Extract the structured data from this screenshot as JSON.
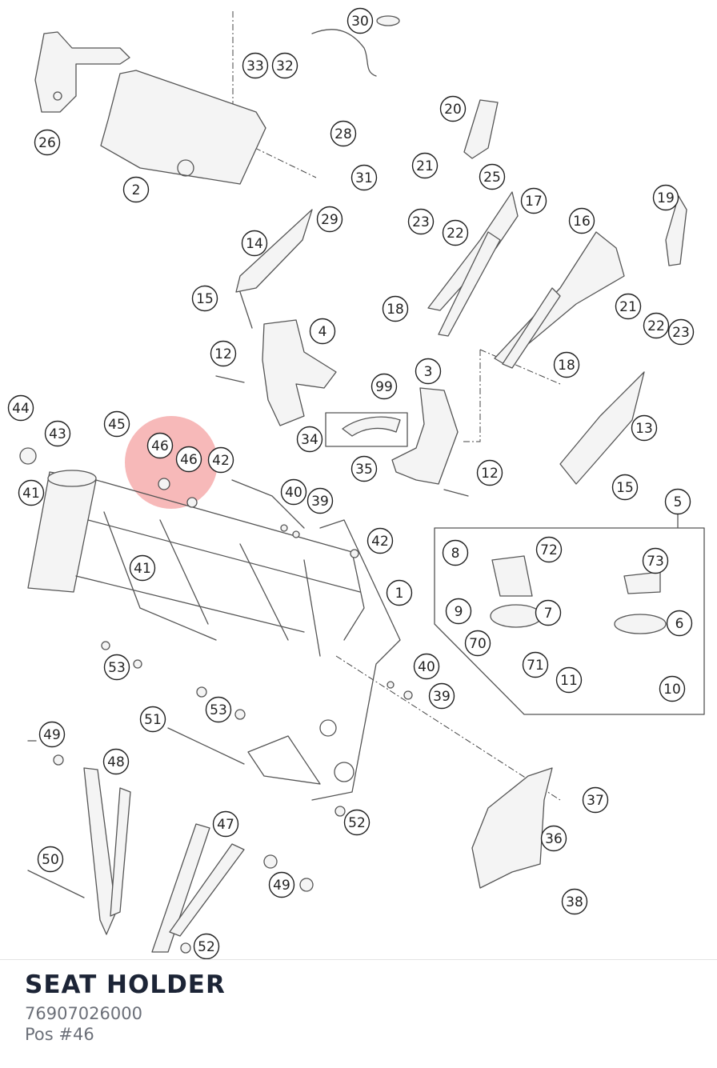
{
  "part": {
    "title": "SEAT HOLDER",
    "number": "76907026000",
    "position": "Pos #46"
  },
  "highlight": {
    "label": "46",
    "color": "#f08080"
  },
  "callouts": [
    "1",
    "2",
    "3",
    "4",
    "5",
    "6",
    "7",
    "8",
    "9",
    "10",
    "11",
    "12",
    "12",
    "13",
    "14",
    "15",
    "15",
    "16",
    "17",
    "18",
    "18",
    "19",
    "20",
    "21",
    "21",
    "22",
    "22",
    "23",
    "23",
    "25",
    "26",
    "28",
    "29",
    "30",
    "31",
    "32",
    "33",
    "34",
    "35",
    "36",
    "37",
    "38",
    "39",
    "39",
    "40",
    "40",
    "41",
    "41",
    "42",
    "42",
    "43",
    "44",
    "45",
    "46",
    "46",
    "47",
    "48",
    "49",
    "49",
    "50",
    "51",
    "52",
    "52",
    "53",
    "53",
    "70",
    "71",
    "72",
    "73",
    "99"
  ]
}
